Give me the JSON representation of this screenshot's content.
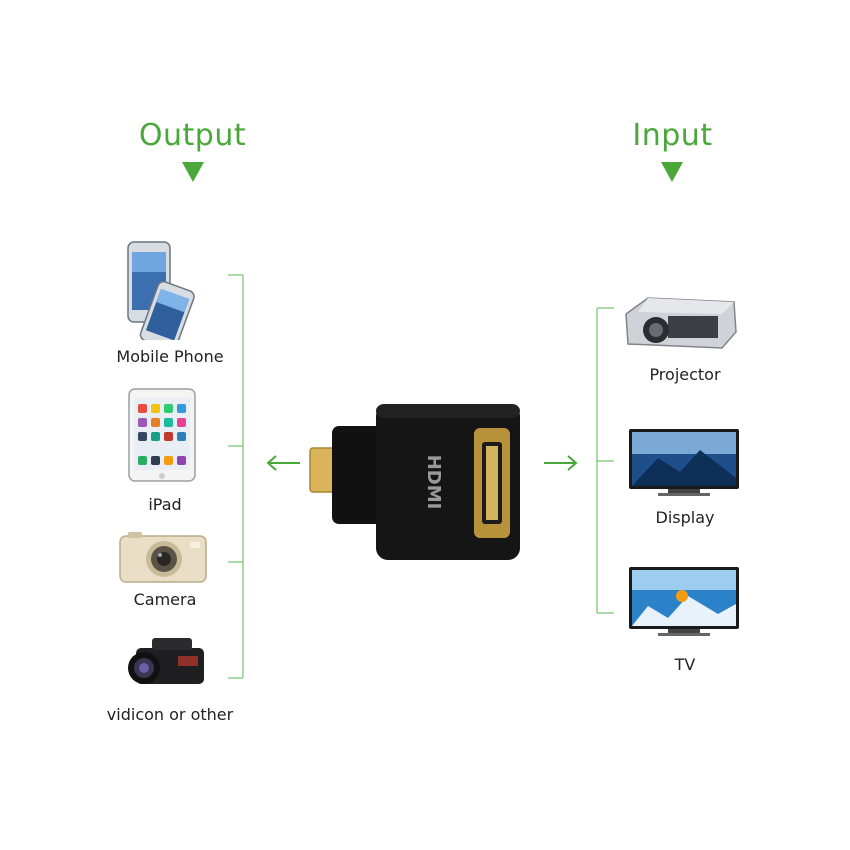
{
  "output": {
    "heading": "Output",
    "devices": [
      {
        "label": "Mobile Phone",
        "icon": "mobile-phone-icon"
      },
      {
        "label": "iPad",
        "icon": "ipad-icon"
      },
      {
        "label": "Camera",
        "icon": "camera-icon"
      },
      {
        "label": "vidicon or other",
        "icon": "camcorder-icon"
      }
    ]
  },
  "input": {
    "heading": "Input",
    "devices": [
      {
        "label": "Projector",
        "icon": "projector-icon"
      },
      {
        "label": "Display",
        "icon": "monitor-icon"
      },
      {
        "label": "TV",
        "icon": "tv-icon"
      }
    ]
  },
  "adapter": {
    "logo": "HDMI",
    "icon": "hdmi-adapter-icon"
  },
  "colors": {
    "accent": "#4aa83a",
    "bracket": "#8fd08a"
  }
}
